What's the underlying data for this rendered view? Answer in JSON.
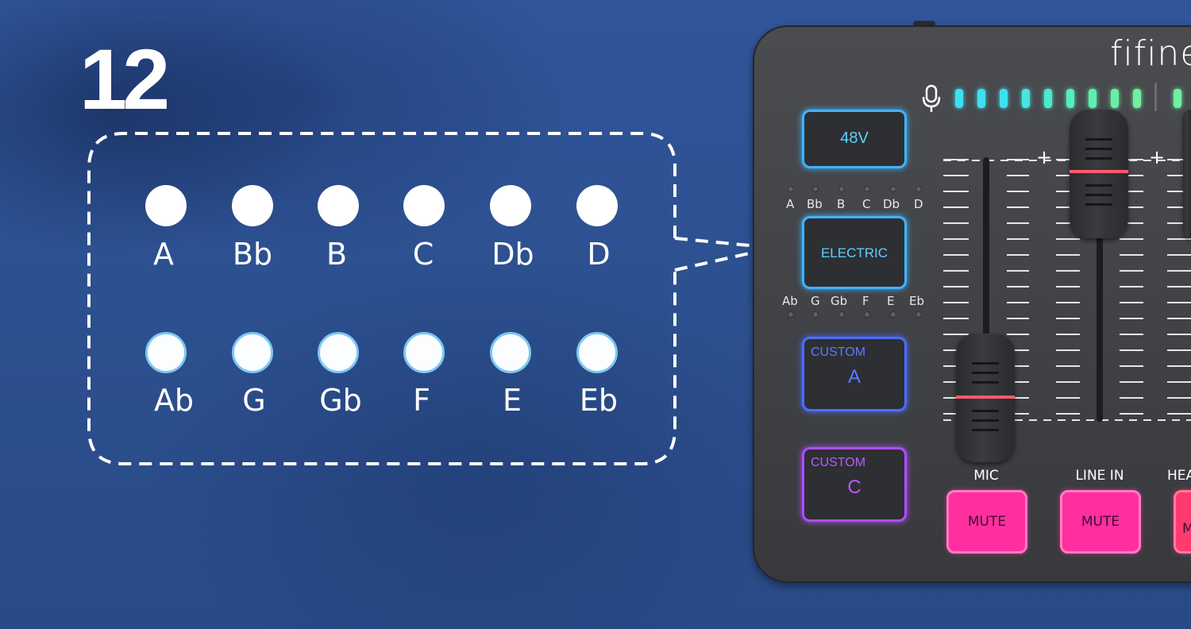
{
  "step_number": "12",
  "legend": {
    "top_row": [
      "A",
      "Bb",
      "B",
      "C",
      "Db",
      "D"
    ],
    "bottom_row": [
      "Ab",
      "G",
      "Gb",
      "F",
      "E",
      "Eb"
    ]
  },
  "device": {
    "brand": "fifine",
    "pads": {
      "p48v": "48V",
      "electric": "ELECTRIC",
      "custom_a_top": "CUSTOM",
      "custom_a_letter": "A",
      "custom_c_top": "CUSTOM",
      "custom_c_letter": "C"
    },
    "key_labels_top": [
      "A",
      "Bb",
      "B",
      "C",
      "Db",
      "D"
    ],
    "key_labels_bottom": [
      "Ab",
      "G",
      "Gb",
      "F",
      "E",
      "Eb"
    ],
    "plus": "+",
    "channels": [
      "MIC",
      "LINE IN",
      "HEA"
    ],
    "mute_label": "MUTE",
    "mute_partial": "M",
    "colors": {
      "cyan": "#5fd0ff",
      "blue": "#4c6cff",
      "purple": "#b04cff",
      "pink": "#ff2fa0",
      "led_cyan": "#3ee0f0",
      "led_green": "#6ff0a0"
    }
  }
}
